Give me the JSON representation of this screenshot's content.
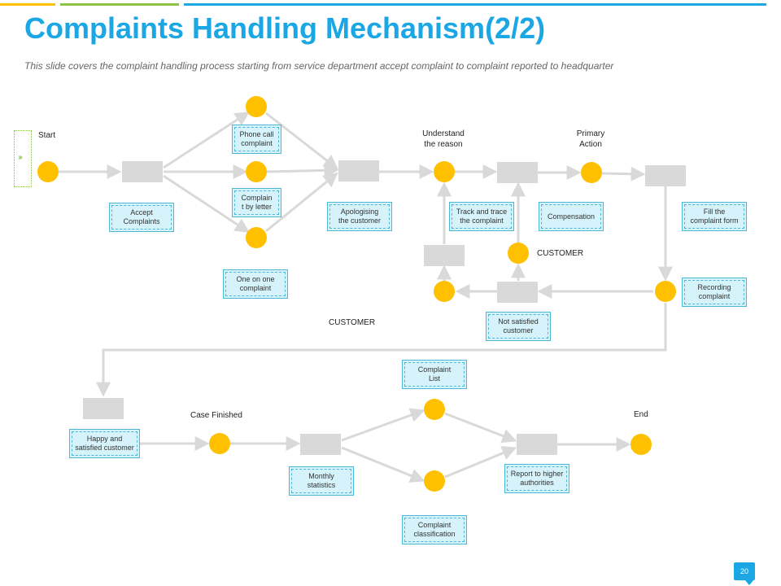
{
  "title": "Complaints Handling Mechanism(2/2)",
  "subtitle": "This slide covers the complaint handling process starting from service department accept complaint to complaint reported to headquarter",
  "page_number": "20",
  "colors": {
    "accent": "#1aa7e4",
    "node": "#ffc000",
    "box": "#d9d9d9",
    "label_bg": "#d6f3fb",
    "label_border": "#4bb8d6",
    "connector": "#d9d9d9"
  },
  "texts": {
    "start": "Start",
    "understand_reason": "Understand\nthe reason",
    "primary_action": "Primary\nAction",
    "customer_1": "CUSTOMER",
    "customer_2": "CUSTOMER",
    "case_finished": "Case Finished",
    "end": "End"
  },
  "labels": {
    "accept_complaints": "Accept\nComplaints",
    "phone_call": "Phone call\ncomplaint",
    "letter": "Complain\nt by letter",
    "one_on_one": "One on one\ncomplaint",
    "apologising": "Apologising\nthe customer",
    "track_trace": "Track and trace\nthe complaint",
    "compensation": "Compensation",
    "fill_form": "Fill the\ncomplaint form",
    "recording": "Recording\ncomplaint",
    "not_satisfied": "Not satisfied\ncustomer",
    "happy": "Happy and\nsatisfied customer",
    "complaint_list": "Complaint\nList",
    "monthly_stats": "Monthly\nstatistics",
    "complaint_class": "Complaint\nclassification",
    "report_higher": "Report to higher\nauthorities"
  }
}
